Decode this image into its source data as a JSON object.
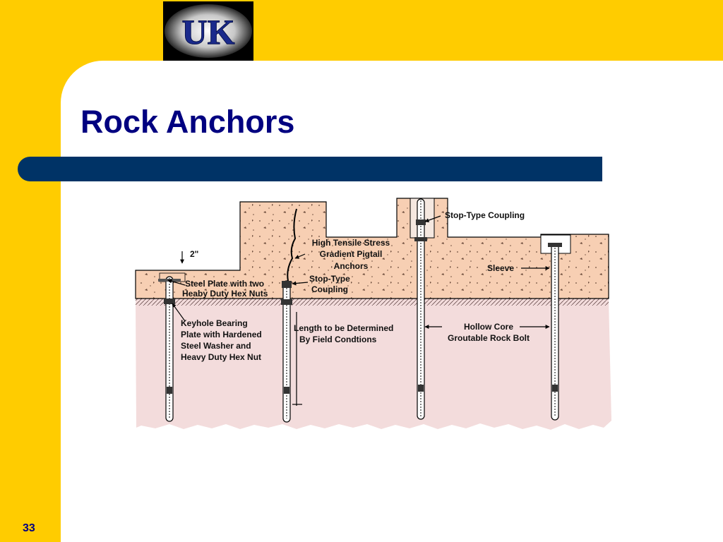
{
  "slide": {
    "title": "Rock Anchors",
    "page_number": "33",
    "logo_text": "UK"
  },
  "diagram": {
    "labels": {
      "two_inch": "2\"",
      "steel_plate_1": "Steel Plate with two",
      "steel_plate_2": "Heaby Duty Hex Nuts",
      "keyhole_1": "Keyhole Bearing",
      "keyhole_2": "Plate with Hardened",
      "keyhole_3": "Steel Washer and",
      "keyhole_4": "Heavy Duty Hex Nut",
      "pigtail_1": "High Tensile Stress",
      "pigtail_2": "Gradient Pigtail",
      "pigtail_3": "Anchors",
      "stop_coupling_1": "Stop-Type",
      "stop_coupling_2": "Coupling",
      "length_1": "Length to be Determined",
      "length_2": "By Field Condtions",
      "stop_type_coupling": "Stop-Type Coupling",
      "sleeve": "Sleeve",
      "hollow_1": "Hollow Core",
      "hollow_2": "Groutable Rock Bolt"
    }
  },
  "colors": {
    "background": "#ffcc00",
    "title": "#000080",
    "bar": "#003366",
    "concrete": "#f7cfb3",
    "rock": "#f3dcdc"
  }
}
